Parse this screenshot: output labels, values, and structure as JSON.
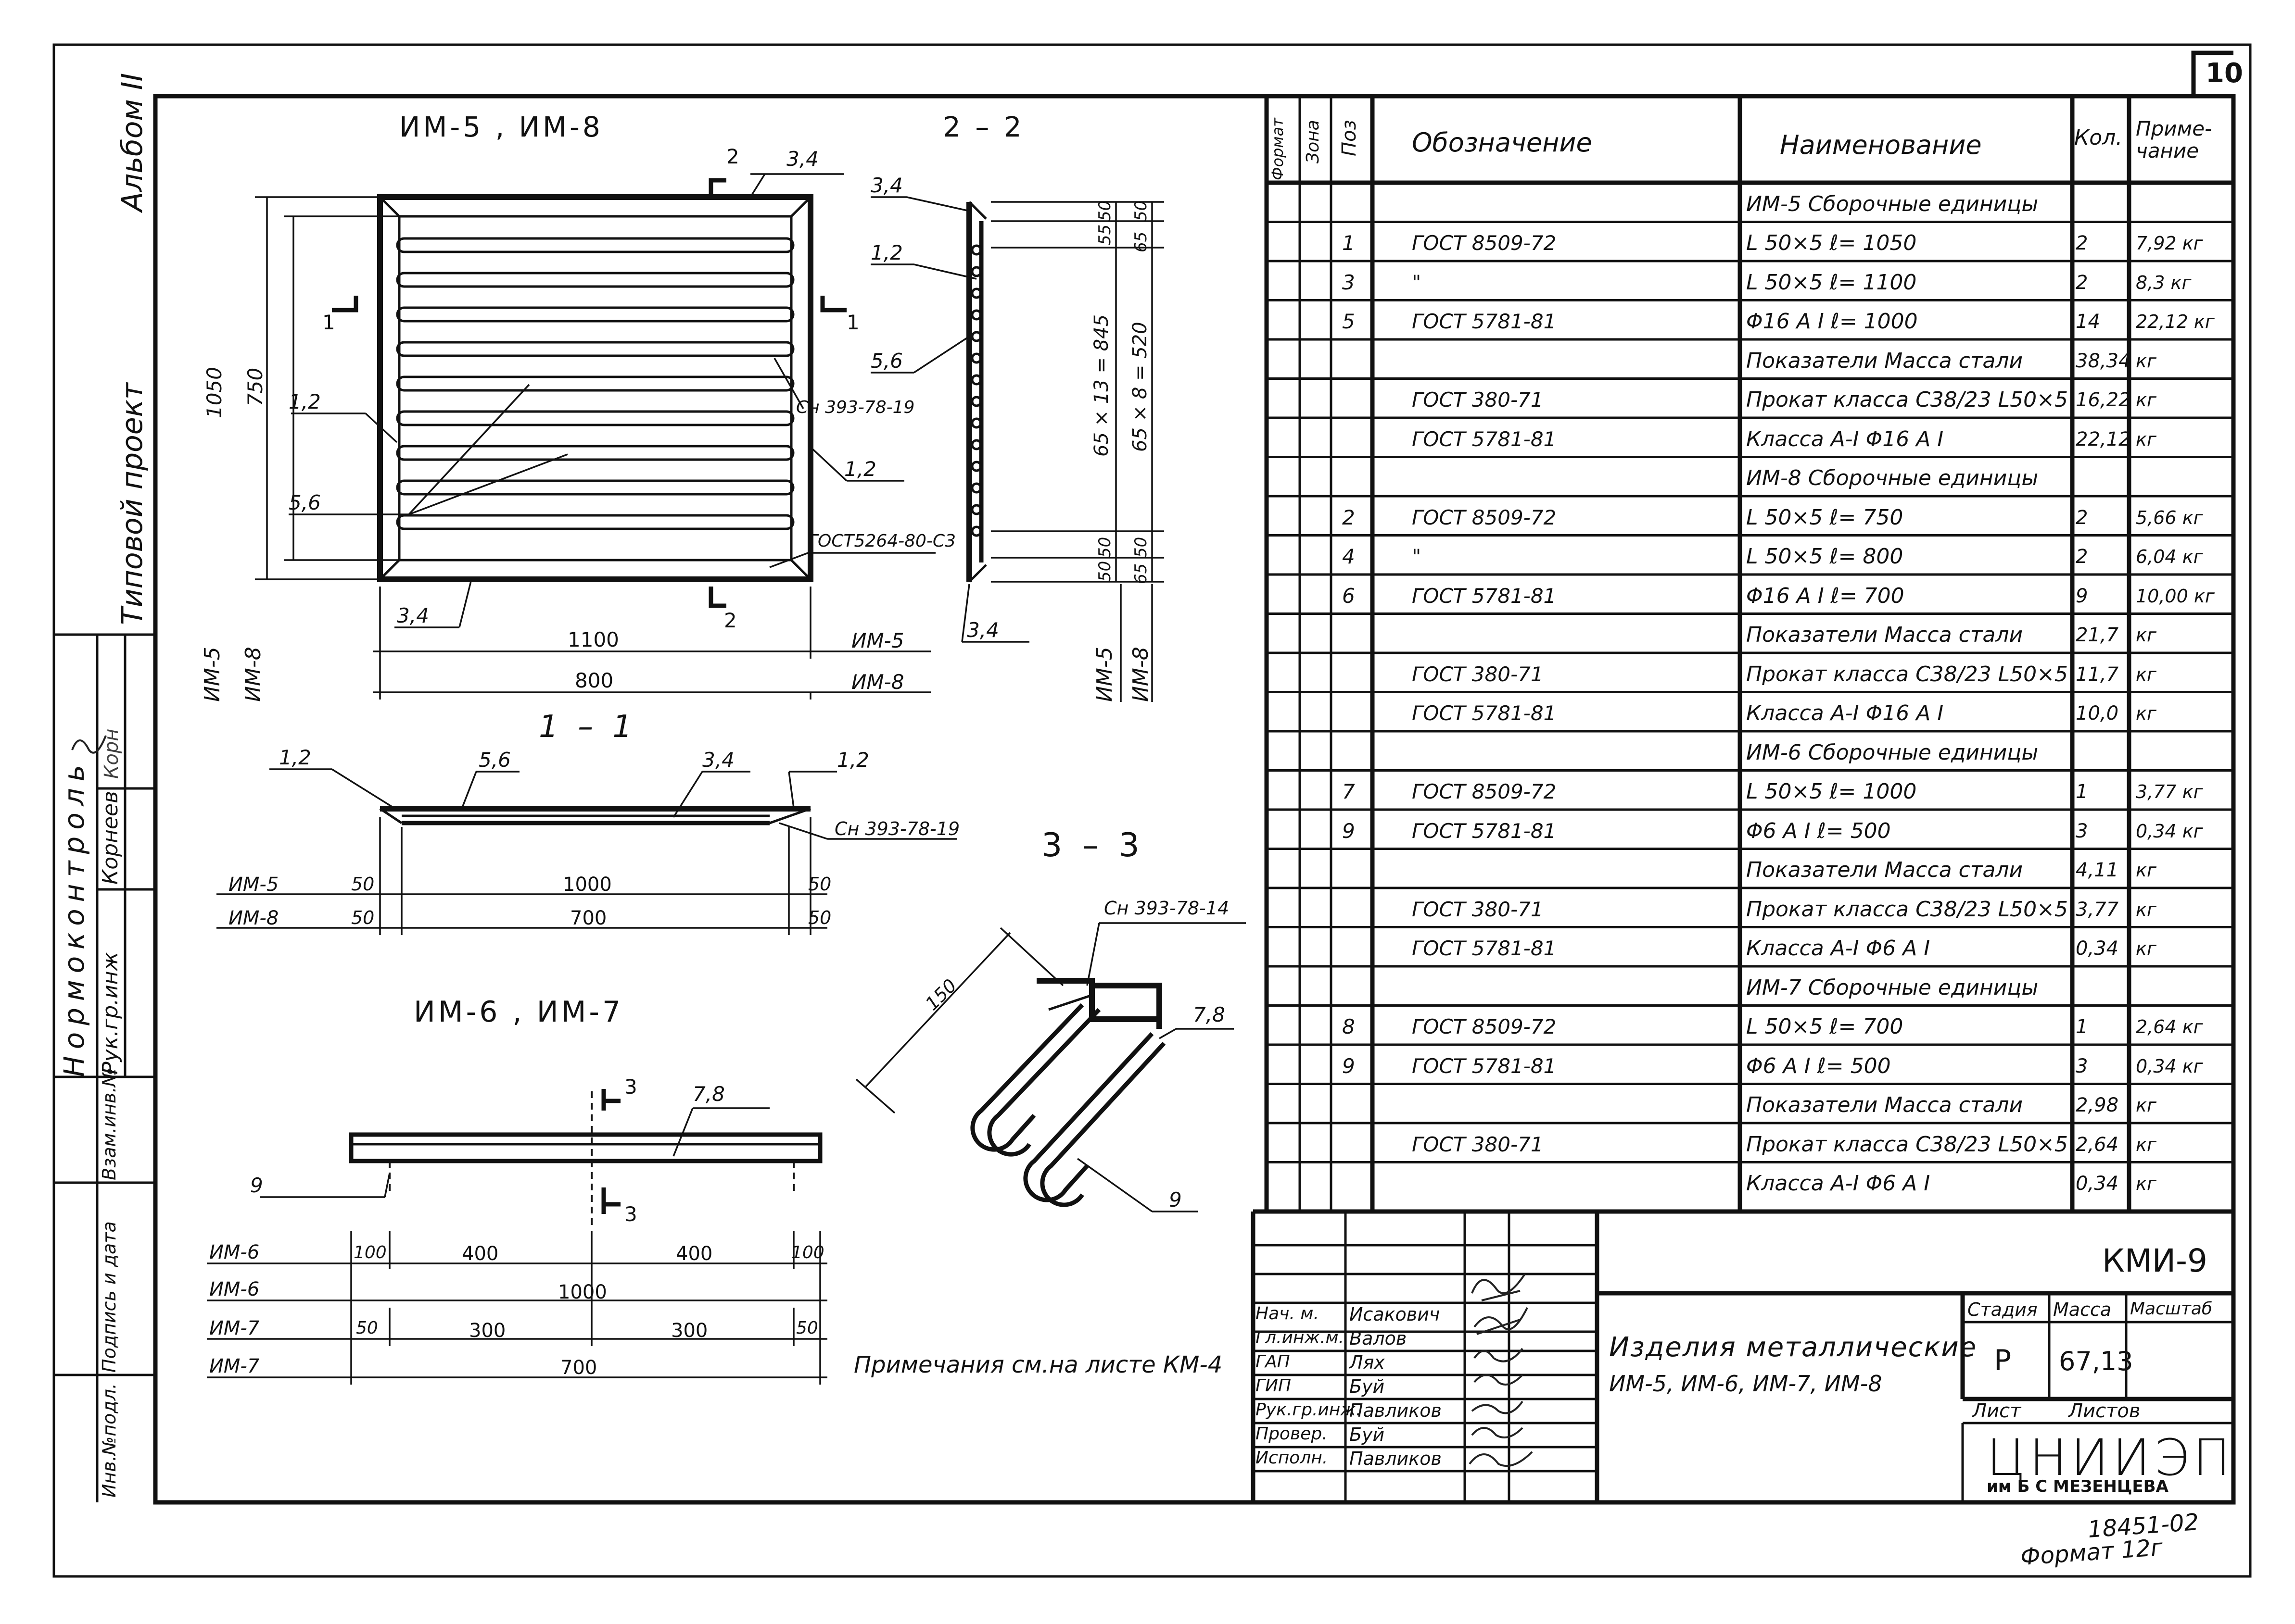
{
  "sheet": {
    "number": "10",
    "code": "КМИ-9",
    "format_note": "Формат 12г",
    "inv_note": "18451-02",
    "notes_ref": "Примечания см.на листе КМ-4"
  },
  "side_strip": {
    "album": "Альбом II",
    "project": "Типовой проект",
    "normcontrol": "Нормоконтроль",
    "role": "Рук.гр.инж",
    "name": "Корнеев",
    "signature": "Корн",
    "inv_replace": "Взам.инв.№",
    "sign_date": "Подпись и дата",
    "inv_orig": "Инв.№подл."
  },
  "drawing": {
    "title_top": "ИМ-5 , ИМ-8",
    "section_22": "2 – 2",
    "section_11": "1 – 1",
    "section_33": "3 – 3",
    "title_bottom": "ИМ-6 , ИМ-7",
    "labels": {
      "p34a": "3,4",
      "p34b": "3,4",
      "p34c": "3,4",
      "p34d": "3,4",
      "p34e": "3,4",
      "p12a": "1,2",
      "p12b": "1,2",
      "p12c": "1,2",
      "p12d": "1,2",
      "p12e": "1,2",
      "p56a": "5,6",
      "p56b": "5,6",
      "p56c": "5,6",
      "p78a": "7,8",
      "p78b": "7,8",
      "p9a": "9",
      "p9b": "9",
      "sn19a": "Сн 393-78-19",
      "sn19b": "Сн 393-78-19",
      "sn14": "Сн 393-78-14",
      "gost5264": "ГОСТ5264-80-С3",
      "cut1l": "1",
      "cut1r": "1",
      "cut2t": "2",
      "cut2b": "2",
      "cut3t": "3",
      "cut3b": "3",
      "d150": "150"
    },
    "dims": {
      "h1050": "1050",
      "h750": "750",
      "w1100": "1100",
      "w800": "800",
      "tagIM5": "ИМ-5",
      "tagIM8": "ИМ-8",
      "tagIM5b": "ИМ-5",
      "tagIM8b": "ИМ-8",
      "sideIM5": "ИМ-5",
      "sideIM8": "ИМ-8",
      "sideIM5b": "ИМ-5",
      "sideIM8b": "ИМ-8",
      "s2_55": "55",
      "s2_50a": "50",
      "s2_65a": "65",
      "s2_50b": "50",
      "s2_845": "65 × 13 = 845",
      "s2_520": "65 × 8 = 520",
      "s2_50c": "50",
      "s2_50d": "50",
      "s2_50e": "50",
      "s2_65b": "65",
      "s1_im5": "ИМ-5",
      "s1_im8": "ИМ-8",
      "s1_50a": "50",
      "s1_1000": "1000",
      "s1_50b": "50",
      "s1_50c": "50",
      "s1_700": "700",
      "s1_50d": "50",
      "b_im6a": "ИМ-6",
      "b_im6b": "ИМ-6",
      "b_im7a": "ИМ-7",
      "b_im7b": "ИМ-7",
      "b_100a": "100",
      "b_400a": "400",
      "b_400b": "400",
      "b_100b": "100",
      "b_1000": "1000",
      "b_50a": "50",
      "b_300a": "300",
      "b_300b": "300",
      "b_50b": "50",
      "b_700": "700"
    }
  },
  "spec_table": {
    "headers": {
      "format": "Формат",
      "zone": "Зона",
      "pos": "Поз",
      "designation": "Обозначение",
      "name": "Наименование",
      "qty": "Кол.",
      "note": "Приме-чание"
    },
    "rows": [
      {
        "pos": "",
        "des": "",
        "name": "ИМ-5 Сборочные единицы",
        "qty": "",
        "note": ""
      },
      {
        "pos": "1",
        "des": "ГОСТ 8509-72",
        "name": "L 50×5   ℓ= 1050",
        "qty": "2",
        "note": "7,92 кг"
      },
      {
        "pos": "3",
        "des": "\"",
        "name": "L 50×5   ℓ= 1100",
        "qty": "2",
        "note": "8,3 кг"
      },
      {
        "pos": "5",
        "des": "ГОСТ 5781-81",
        "name": "Φ16 A I   ℓ= 1000",
        "qty": "14",
        "note": "22,12 кг"
      },
      {
        "pos": "",
        "des": "",
        "name": "Показатели Масса стали",
        "qty": "38,34",
        "note": "кг"
      },
      {
        "pos": "",
        "des": "ГОСТ 380-71",
        "name": "Прокат класса С38/23 L50×5",
        "qty": "16,22",
        "note": "кг"
      },
      {
        "pos": "",
        "des": "ГОСТ 5781-81",
        "name": "Класса A-I Φ16 A I",
        "qty": "22,12",
        "note": "кг"
      },
      {
        "pos": "",
        "des": "",
        "name": "ИМ-8 Сборочные единицы",
        "qty": "",
        "note": ""
      },
      {
        "pos": "2",
        "des": "ГОСТ 8509-72",
        "name": "L 50×5   ℓ= 750",
        "qty": "2",
        "note": "5,66 кг"
      },
      {
        "pos": "4",
        "des": "\"",
        "name": "L 50×5   ℓ= 800",
        "qty": "2",
        "note": "6,04 кг"
      },
      {
        "pos": "6",
        "des": "ГОСТ 5781-81",
        "name": "Φ16 A I   ℓ= 700",
        "qty": "9",
        "note": "10,00 кг"
      },
      {
        "pos": "",
        "des": "",
        "name": "Показатели Масса стали",
        "qty": "21,7",
        "note": "кг"
      },
      {
        "pos": "",
        "des": "ГОСТ 380-71",
        "name": "Прокат класса С38/23 L50×5",
        "qty": "11,7",
        "note": "кг"
      },
      {
        "pos": "",
        "des": "ГОСТ 5781-81",
        "name": "Класса A-I Φ16 A I",
        "qty": "10,0",
        "note": "кг"
      },
      {
        "pos": "",
        "des": "",
        "name": "ИМ-6 Сборочные единицы",
        "qty": "",
        "note": ""
      },
      {
        "pos": "7",
        "des": "ГОСТ 8509-72",
        "name": "L 50×5   ℓ= 1000",
        "qty": "1",
        "note": "3,77 кг"
      },
      {
        "pos": "9",
        "des": "ГОСТ 5781-81",
        "name": "Φ6 A I   ℓ= 500",
        "qty": "3",
        "note": "0,34 кг"
      },
      {
        "pos": "",
        "des": "",
        "name": "Показатели Масса стали",
        "qty": "4,11",
        "note": "кг"
      },
      {
        "pos": "",
        "des": "ГОСТ 380-71",
        "name": "Прокат класса С38/23 L50×5",
        "qty": "3,77",
        "note": "кг"
      },
      {
        "pos": "",
        "des": "ГОСТ 5781-81",
        "name": "Класса A-I Φ6 A I",
        "qty": "0,34",
        "note": "кг"
      },
      {
        "pos": "",
        "des": "",
        "name": "ИМ-7 Сборочные единицы",
        "qty": "",
        "note": ""
      },
      {
        "pos": "8",
        "des": "ГОСТ 8509-72",
        "name": "L 50×5   ℓ= 700",
        "qty": "1",
        "note": "2,64 кг"
      },
      {
        "pos": "9",
        "des": "ГОСТ 5781-81",
        "name": "Φ6 A I   ℓ= 500",
        "qty": "3",
        "note": "0,34 кг"
      },
      {
        "pos": "",
        "des": "",
        "name": "Показатели Масса стали",
        "qty": "2,98",
        "note": "кг"
      },
      {
        "pos": "",
        "des": "ГОСТ 380-71",
        "name": "Прокат класса С38/23 L50×5",
        "qty": "2,64",
        "note": "кг"
      },
      {
        "pos": "",
        "des": "",
        "name": "Класса A-I Φ6 A I",
        "qty": "0,34",
        "note": "кг"
      }
    ]
  },
  "title_block": {
    "code": "КМИ-9",
    "title_line1": "Изделия металлические",
    "title_line2": "ИМ-5, ИМ-6, ИМ-7, ИМ-8",
    "stage_label": "Стадия",
    "mass_label": "Масса",
    "scale_label": "Масштаб",
    "stage": "Р",
    "mass": "67,13",
    "sheet_label": "Лист",
    "sheets_label": "Листов",
    "org": "ЦНИИЭП",
    "org_sub": "им Б С МЕЗЕНЦЕВА",
    "staff": [
      {
        "role": "Нач. м.",
        "name": "Исакович"
      },
      {
        "role": "Гл.инж.м.",
        "name": "Валов"
      },
      {
        "role": "ГАП",
        "name": "Лях"
      },
      {
        "role": "ГИП",
        "name": "Буй"
      },
      {
        "role": "Рук.гр.инж.",
        "name": "Павликов"
      },
      {
        "role": "Провер.",
        "name": "Буй"
      },
      {
        "role": "Исполн.",
        "name": "Павликов"
      }
    ]
  }
}
